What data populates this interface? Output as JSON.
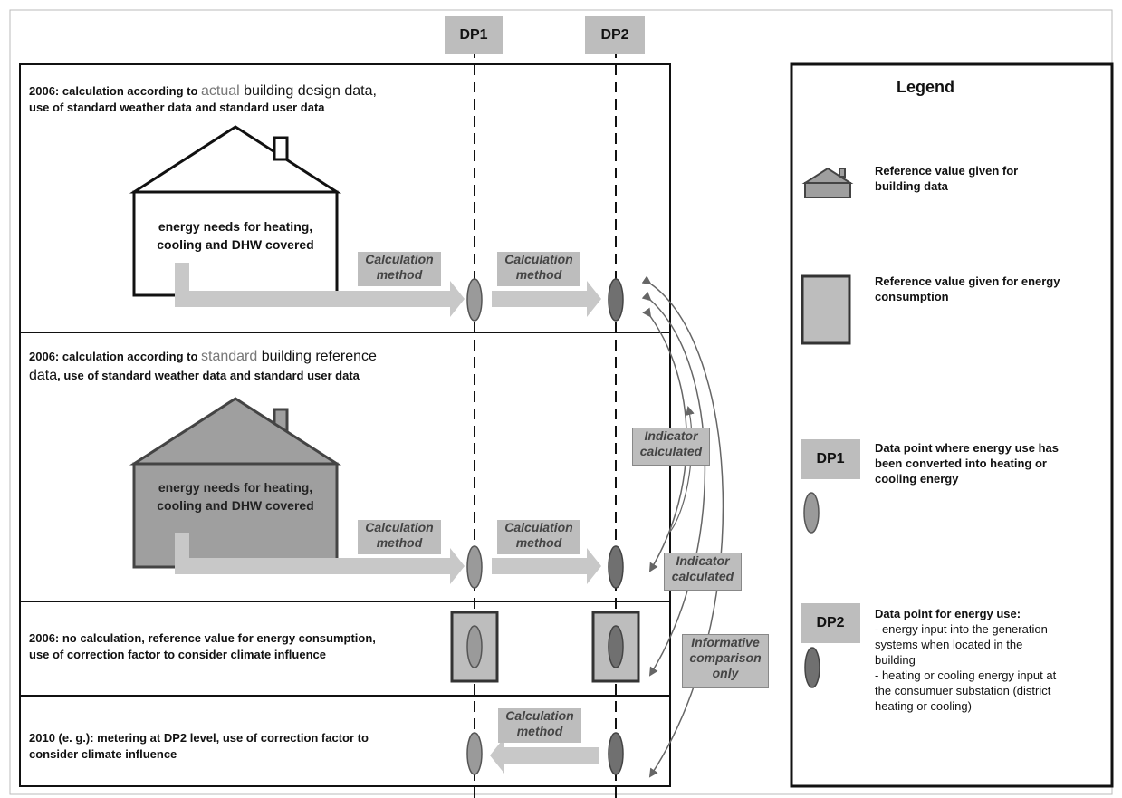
{
  "top_labels": {
    "dp1": "DP1",
    "dp2": "DP2"
  },
  "row1": {
    "line1_a": "2006: calculation according to ",
    "line1_b": "actual",
    "line1_c": " building design data,",
    "line2": "use of standard weather data and standard user data",
    "house_text_1": "energy needs for heating,",
    "house_text_2": "cooling and DHW covered",
    "calc_1": [
      "Calculation",
      "method"
    ],
    "calc_2": [
      "Calculation",
      "method"
    ]
  },
  "row2": {
    "line1_a": "2006: calculation according to ",
    "line1_b": "standard",
    "line1_c": " building reference",
    "line2_a": "data",
    "line2_b": ", use of standard weather data and standard user data",
    "house_text_1": "energy needs for heating,",
    "house_text_2": "cooling and DHW covered",
    "calc_1": [
      "Calculation",
      "method"
    ],
    "calc_2": [
      "Calculation",
      "method"
    ]
  },
  "row3": {
    "line1": "2006: no calculation, reference value for energy consumption,",
    "line2": "use of correction factor to consider climate influence"
  },
  "row4": {
    "line1": "2010 (e. g.): metering at DP2 level, use of correction factor to",
    "line2": "consider climate influence",
    "calc": [
      "Calculation",
      "method"
    ]
  },
  "annotations": {
    "indicator_1": [
      "Indicator",
      "calculated"
    ],
    "indicator_2": [
      "Indicator",
      "calculated"
    ],
    "informative": [
      "Informative",
      "comparison",
      "only"
    ]
  },
  "legend": {
    "title": "Legend",
    "house_1": "Reference value given for",
    "house_2": "building data",
    "rect_1": "Reference value given for energy",
    "rect_2": "consumption",
    "dp1_label": "DP1",
    "dp1_1": "Data point where energy use has",
    "dp1_2": "been converted into heating or",
    "dp1_3": "cooling energy",
    "dp2_label": "DP2",
    "dp2_1": "Data point for energy use:",
    "dp2_2": "- energy input into the generation",
    "dp2_3": "systems when located in the",
    "dp2_4": "building",
    "dp2_5": "- heating or cooling energy input at",
    "dp2_6": "the consumuer substation (district",
    "dp2_7": "heating or cooling)"
  },
  "colors": {
    "box_fill": "#bdbdbd",
    "dp1_fill": "#9a9a9a",
    "dp2_fill": "#707070",
    "arrow_fill": "#c8c8c8",
    "house_fill": "#9f9f9f"
  }
}
